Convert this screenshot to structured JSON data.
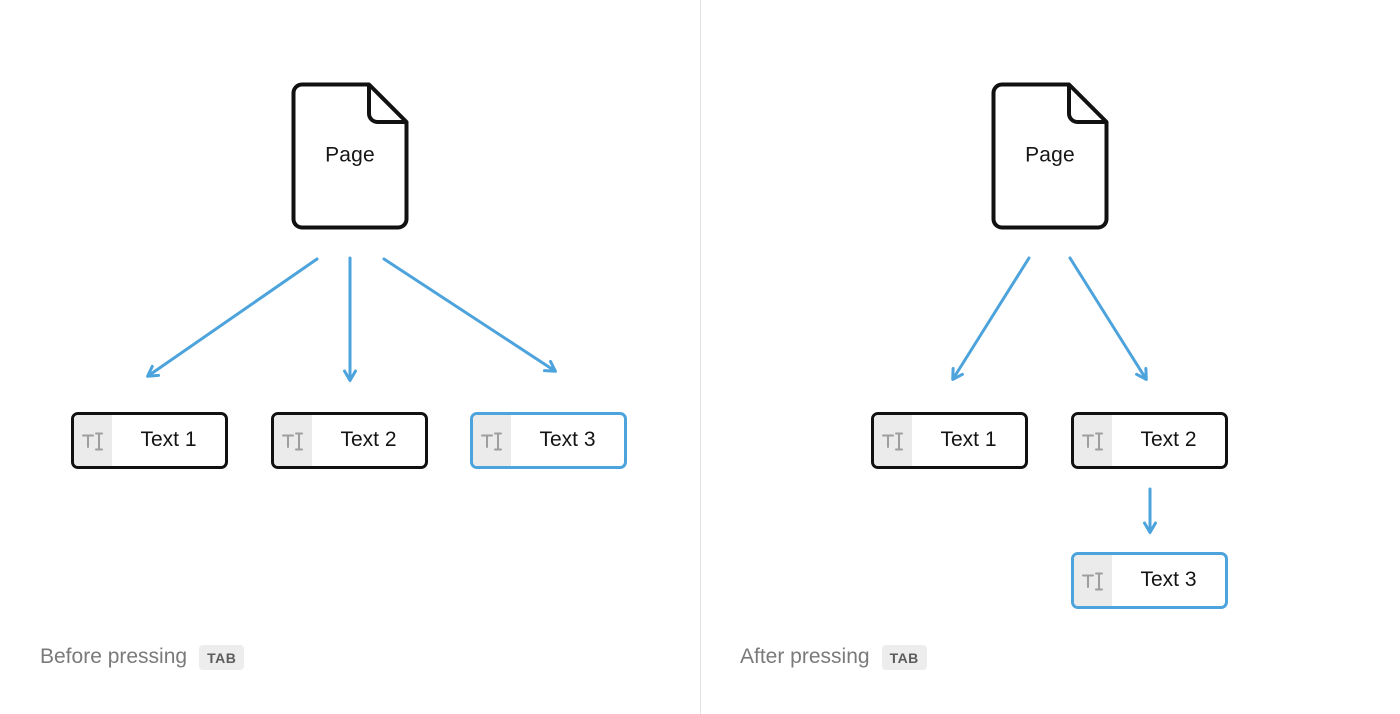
{
  "panels": [
    {
      "page_label": "Page",
      "blocks": [
        {
          "label": "Text 1",
          "highlighted": false
        },
        {
          "label": "Text 2",
          "highlighted": false
        },
        {
          "label": "Text 3",
          "highlighted": true
        }
      ],
      "caption": "Before pressing",
      "key": "TAB"
    },
    {
      "page_label": "Page",
      "blocks": [
        {
          "label": "Text 1",
          "highlighted": false
        },
        {
          "label": "Text 2",
          "highlighted": false
        },
        {
          "label": "Text 3",
          "highlighted": true
        }
      ],
      "caption": "After pressing",
      "key": "TAB"
    }
  ],
  "icons": {
    "page_icon": "document-page",
    "block_icon": "text-cursor"
  },
  "colors": {
    "arrow_blue": "#4DA3DC",
    "block_border": "#111111",
    "highlight_border": "#4DA3DC",
    "icon_bg": "#EBEBEB",
    "icon_glyph": "#9E9E9E",
    "caption_text": "#7A7A7A",
    "key_badge_bg": "#EDEDED",
    "key_badge_text": "#5C5C5C",
    "divider": "#E4E4E4"
  }
}
